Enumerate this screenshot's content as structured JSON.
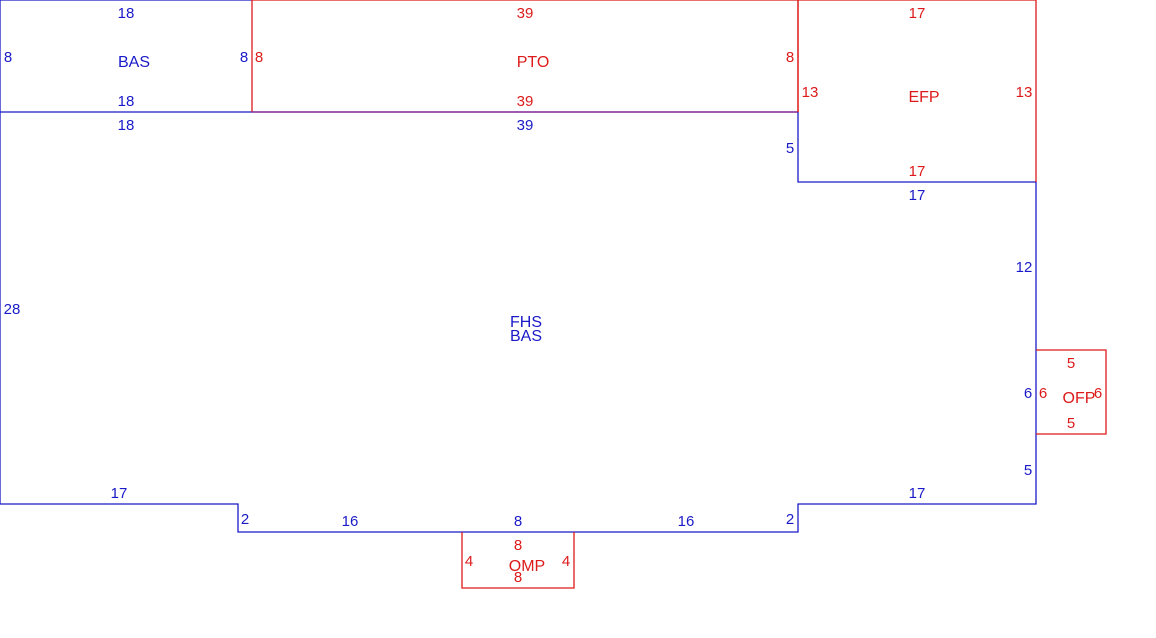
{
  "colors": {
    "blue": "#1a1ac8",
    "red": "#dd1a1a"
  },
  "areas": {
    "bas_top": {
      "label": "BAS"
    },
    "pto": {
      "label": "PTO"
    },
    "efp": {
      "label": "EFP"
    },
    "main": {
      "label1": "FHS",
      "label2": "BAS"
    },
    "ofp": {
      "label": "OFP"
    },
    "omp": {
      "label": "OMP"
    }
  },
  "dimensions": {
    "bas_top": {
      "top": "18",
      "bottom": "18",
      "left": "8",
      "right": "8"
    },
    "pto": {
      "top": "39",
      "bottom": "39",
      "left": "8",
      "right": "8"
    },
    "efp": {
      "top": "17",
      "bottom": "17",
      "left": "13",
      "right": "13"
    },
    "main": {
      "top_left": "18",
      "top_mid": "39",
      "step_left": "5",
      "step_top": "17",
      "right_upper": "12",
      "right_mid": "6",
      "right_lower": "5",
      "left": "28",
      "bottom_left": "17",
      "notch_left": "2",
      "bottom_inner_left": "16",
      "bottom_center": "8",
      "bottom_inner_right": "16",
      "notch_right": "2",
      "bottom_right": "17"
    },
    "ofp": {
      "top": "5",
      "bottom": "5",
      "left": "6",
      "right": "6"
    },
    "omp": {
      "top": "8",
      "bottom": "8",
      "left": "4",
      "right": "4"
    }
  }
}
